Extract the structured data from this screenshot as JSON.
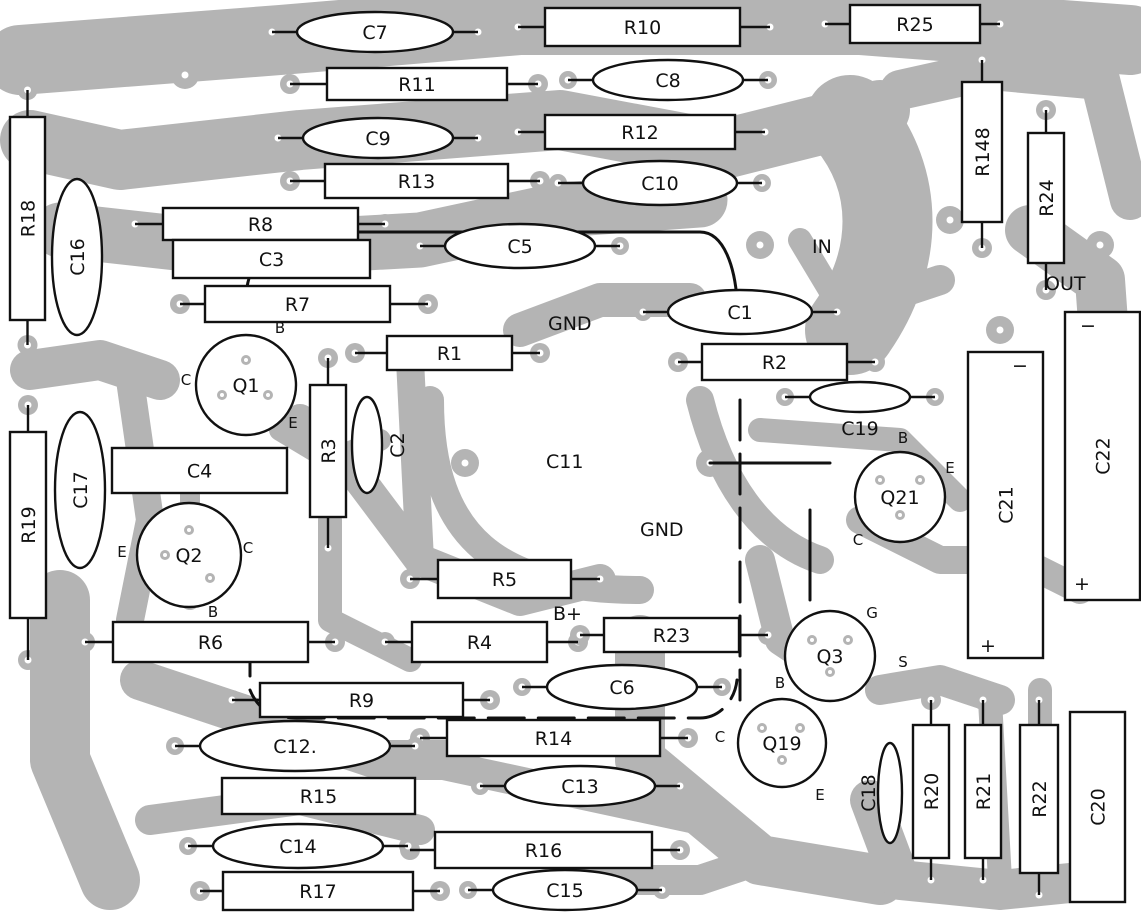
{
  "resistors": [
    {
      "label": "R10",
      "orient": "h"
    },
    {
      "label": "R25",
      "orient": "h"
    },
    {
      "label": "R11",
      "orient": "h"
    },
    {
      "label": "R12",
      "orient": "h"
    },
    {
      "label": "R13",
      "orient": "h"
    },
    {
      "label": "R8",
      "orient": "h"
    },
    {
      "label": "R7",
      "orient": "h"
    },
    {
      "label": "R1",
      "orient": "h"
    },
    {
      "label": "R2",
      "orient": "h"
    },
    {
      "label": "R5",
      "orient": "h"
    },
    {
      "label": "R6",
      "orient": "h"
    },
    {
      "label": "R4",
      "orient": "h"
    },
    {
      "label": "R23",
      "orient": "h"
    },
    {
      "label": "R9",
      "orient": "h"
    },
    {
      "label": "R14",
      "orient": "h"
    },
    {
      "label": "R15",
      "orient": "h"
    },
    {
      "label": "R16",
      "orient": "h"
    },
    {
      "label": "R17",
      "orient": "h"
    },
    {
      "label": "R18",
      "orient": "v"
    },
    {
      "label": "R19",
      "orient": "v"
    },
    {
      "label": "R3",
      "orient": "v"
    },
    {
      "label": "R148",
      "orient": "v"
    },
    {
      "label": "R24",
      "orient": "v"
    },
    {
      "label": "R20",
      "orient": "v"
    },
    {
      "label": "R21",
      "orient": "v"
    },
    {
      "label": "R22",
      "orient": "v"
    }
  ],
  "capacitors_box": [
    {
      "label": "C3",
      "orient": "h"
    },
    {
      "label": "C4",
      "orient": "h"
    },
    {
      "label": "C20",
      "orient": "v"
    },
    {
      "label": "C21",
      "orient": "v"
    },
    {
      "label": "C22",
      "orient": "v"
    }
  ],
  "capacitors_oval": [
    {
      "label": "C7"
    },
    {
      "label": "C8"
    },
    {
      "label": "C9"
    },
    {
      "label": "C10"
    },
    {
      "label": "C5"
    },
    {
      "label": "C1"
    },
    {
      "label": "C19"
    },
    {
      "label": "C6"
    },
    {
      "label": "C12."
    },
    {
      "label": "C13"
    },
    {
      "label": "C14"
    },
    {
      "label": "C15"
    },
    {
      "label": "C16"
    },
    {
      "label": "C17"
    },
    {
      "label": "C2"
    },
    {
      "label": "C18"
    }
  ],
  "transistors": [
    {
      "label": "Q1",
      "pins": [
        "B",
        "C",
        "E"
      ]
    },
    {
      "label": "Q2",
      "pins": [
        "E",
        "C",
        "B"
      ]
    },
    {
      "label": "Q21",
      "pins": [
        "B",
        "E",
        "C"
      ]
    },
    {
      "label": "Q3",
      "pins": [
        "G",
        "S",
        "B"
      ]
    },
    {
      "label": "Q19",
      "pins": [
        "C",
        "E"
      ]
    }
  ],
  "markers": {
    "in": "IN",
    "out": "OUT",
    "gnd_top": "GND",
    "gnd_mid": "GND",
    "b_plus": "B+",
    "c11": "C11",
    "plus": "+",
    "minus": "−"
  },
  "colors": {
    "copper": "#b4b4b4",
    "ink": "#111111",
    "background": "#ffffff"
  }
}
